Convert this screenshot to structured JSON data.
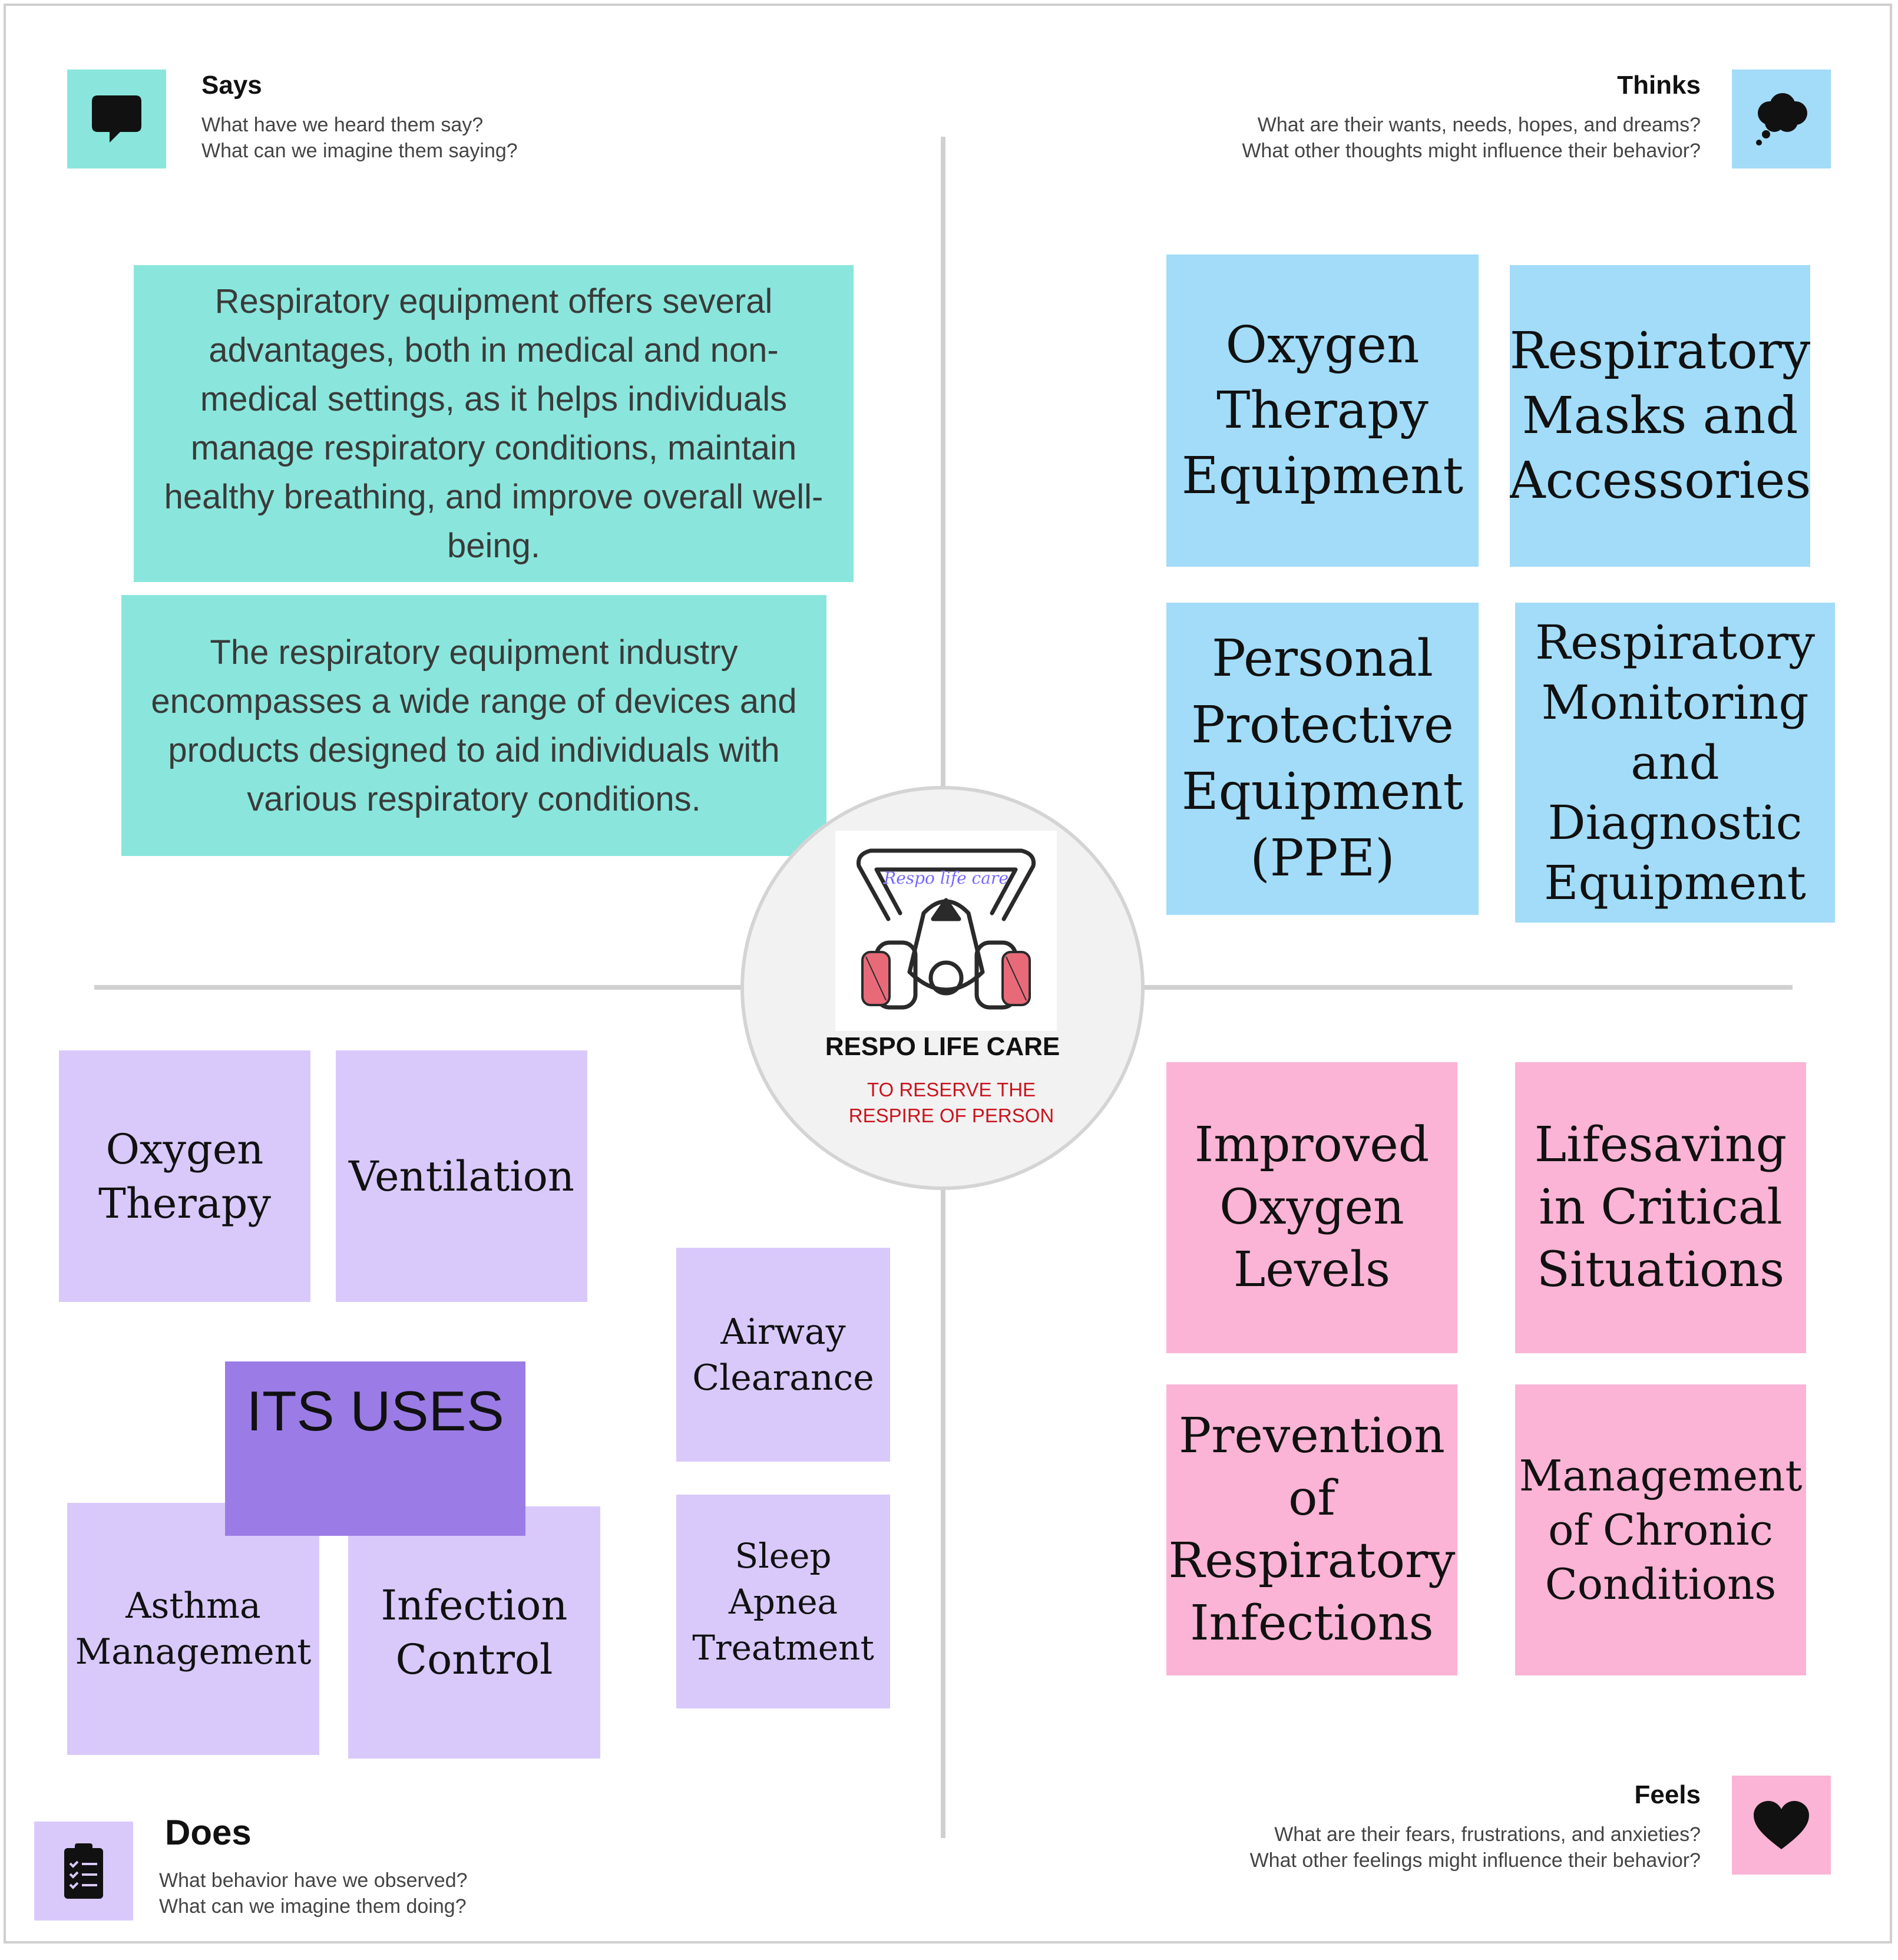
{
  "says": {
    "title": "Says",
    "line1": "What have we heard them say?",
    "line2": "What can we imagine them saying?",
    "icon": "speech-bubble-icon",
    "notes": [
      "Respiratory equipment offers several advantages, both in medical and non-medical settings, as it helps individuals manage respiratory conditions, maintain healthy breathing, and improve overall well-being.",
      "The respiratory equipment industry encompasses a wide range of devices and products designed to aid individuals with various respiratory conditions."
    ]
  },
  "thinks": {
    "title": "Thinks",
    "line1": "What are their wants, needs, hopes, and dreams?",
    "line2": "What other thoughts might influence their behavior?",
    "icon": "thought-cloud-icon",
    "notes": [
      "Oxygen Therapy Equipment",
      "Respiratory Masks and Accessories",
      "Personal Protective Equipment (PPE)",
      "Respiratory Monitoring and Diagnostic Equipment"
    ]
  },
  "does": {
    "title": "Does",
    "line1": "What behavior have we observed?",
    "line2": "What can we imagine them doing?",
    "icon": "clipboard-checklist-icon",
    "header": "ITS USES",
    "notes": [
      "Oxygen Therapy",
      "Ventilation",
      "Airway Clearance",
      "Asthma Management",
      "Infection Control",
      "Sleep Apnea Treatment"
    ]
  },
  "feels": {
    "title": "Feels",
    "line1": "What are their fears, frustrations, and anxieties?",
    "line2": "What other feelings might influence their behavior?",
    "icon": "heart-icon",
    "notes": [
      "Improved Oxygen Levels",
      "Lifesaving in Critical Situations",
      "Prevention of Respiratory Infections",
      "Management of Chronic Conditions"
    ]
  },
  "center": {
    "logo_script": "Respo life care",
    "brand": "RESPO LIFE CARE",
    "tagline": "TO RESERVE THE RESPIRE OF PERSON"
  },
  "colors": {
    "says": "#8ae6dc",
    "thinks": "#a2dcf8",
    "does": "#d9c9fb",
    "does_header": "#9b7ce6",
    "feels": "#fbb4d5",
    "tagline": "#c9141e"
  }
}
